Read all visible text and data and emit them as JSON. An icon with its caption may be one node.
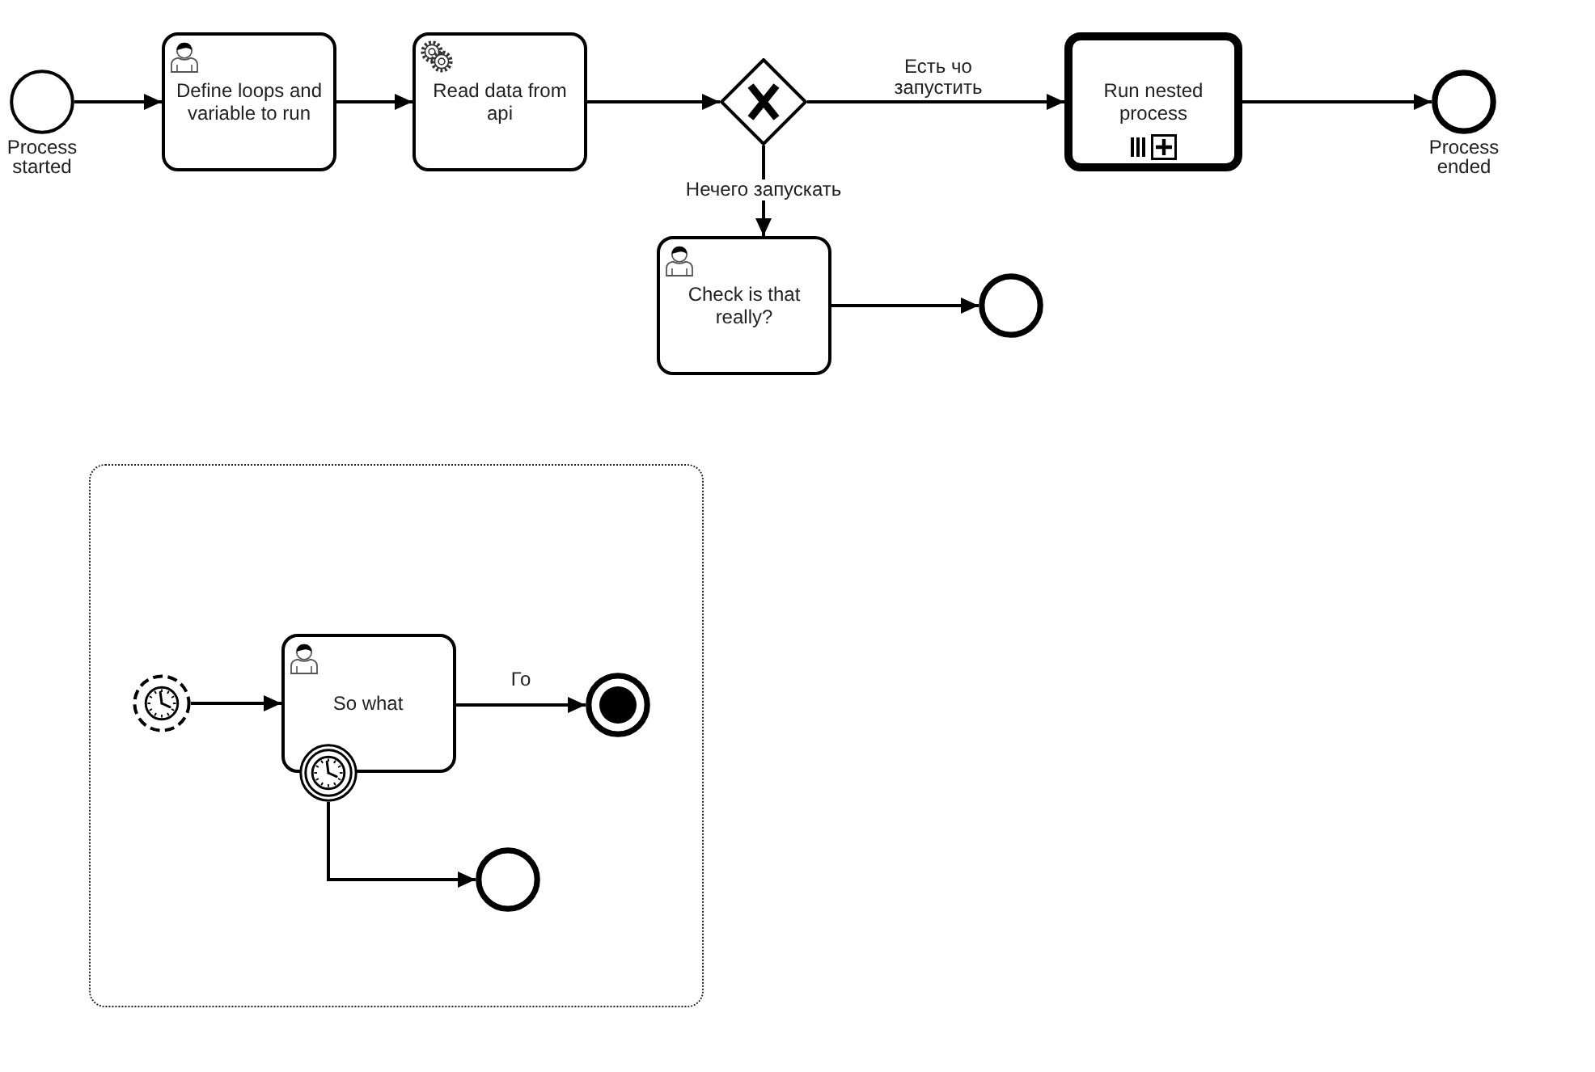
{
  "diagram": {
    "nodes": [
      {
        "text": [
          "Process started"
        ]
      },
      {
        "text": [
          "Define loops and variable to run"
        ]
      },
      {
        "text": [
          "Read data from api"
        ]
      },
      {
        "text": [],
        "shape": "diamond"
      },
      {
        "text": [
          "Run nested process"
        ]
      },
      {
        "text": [
          "Process ended"
        ]
      },
      {
        "text": [
          "Check is that really?"
        ]
      },
      {
        "text": [],
        "shape": "circle"
      },
      {
        "text": [],
        "shape": "box"
      },
      {
        "text": [],
        "shape": "circle",
        "in": 8
      },
      {
        "text": [
          "So what"
        ],
        "in": 8
      },
      {
        "text": [],
        "shape": "circle",
        "in": 8
      },
      {
        "text": [],
        "shape": "circle",
        "in": 8
      },
      {
        "text": [],
        "shape": "circle",
        "in": 8
      }
    ],
    "edges": [
      {
        "from": 0,
        "to": 1,
        "arrow": "to"
      },
      {
        "from": 1,
        "to": 2,
        "arrow": "to"
      },
      {
        "from": 2,
        "to": 3,
        "arrow": "to"
      },
      {
        "from": 3,
        "to": 4,
        "arrow": "to",
        "label": "Есть чо запустить"
      },
      {
        "from": 4,
        "to": 5,
        "arrow": "to"
      },
      {
        "from": 3,
        "to": 6,
        "arrow": "to",
        "label": "Нечего запускать"
      },
      {
        "from": 6,
        "to": 7,
        "arrow": "to"
      },
      {
        "from": 9,
        "to": 10,
        "arrow": "to"
      },
      {
        "from": 10,
        "to": 11,
        "arrow": "to",
        "label": "Го"
      },
      {
        "from": 12,
        "to": 13,
        "arrow": "to"
      }
    ]
  }
}
